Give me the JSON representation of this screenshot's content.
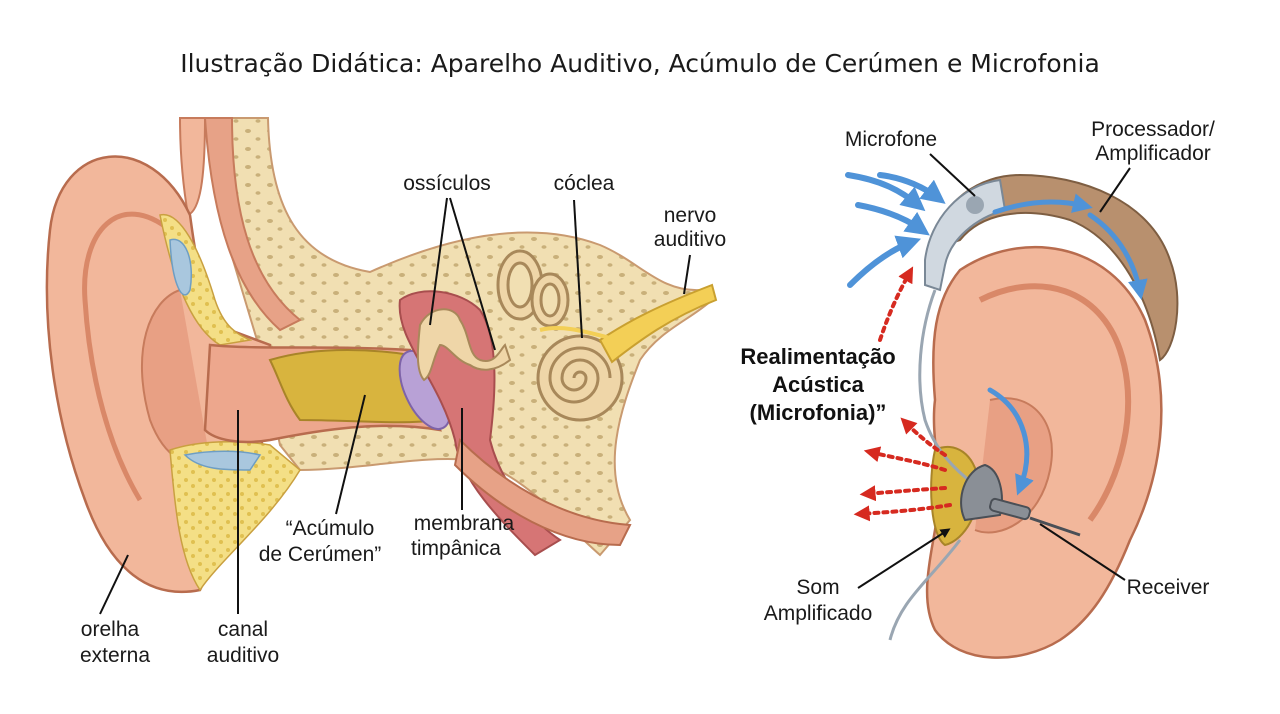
{
  "title": "Ilustração Didática: Aparelho Auditivo, Acúmulo de Cerúmen e Microfonia",
  "left_labels": {
    "ossiculos": "ossículos",
    "coclea": "cóclea",
    "nervo_1": "nervo",
    "nervo_2": "auditivo",
    "cerumen_1": "“Acúmulo",
    "cerumen_2": "de Cerúmen”",
    "membrana_1": "membrana",
    "membrana_2": "timpânica",
    "orelha_1": "orelha",
    "orelha_2": "externa",
    "canal_1": "canal",
    "canal_2": "auditivo"
  },
  "right_labels": {
    "microfone": "Microfone",
    "processador_1": "Processador/",
    "processador_2": "Amplificador",
    "realimentacao_1": "Realimentação",
    "realimentacao_2": "Acústica",
    "realimentacao_3": "(Microfonia)”",
    "som_1": "Som",
    "som_2": "Amplificado",
    "receiver": "Receiver"
  },
  "colors": {
    "skin": "#f2b79b",
    "skin_dark": "#d98868",
    "bone": "#f1dfb2",
    "wax": "#e2c24a",
    "nerve": "#f3cf56",
    "sound_arrow": "#4f93d8",
    "feedback": "#d62a20",
    "device": "#b8906e",
    "tympanic": "#b8a1d6"
  }
}
